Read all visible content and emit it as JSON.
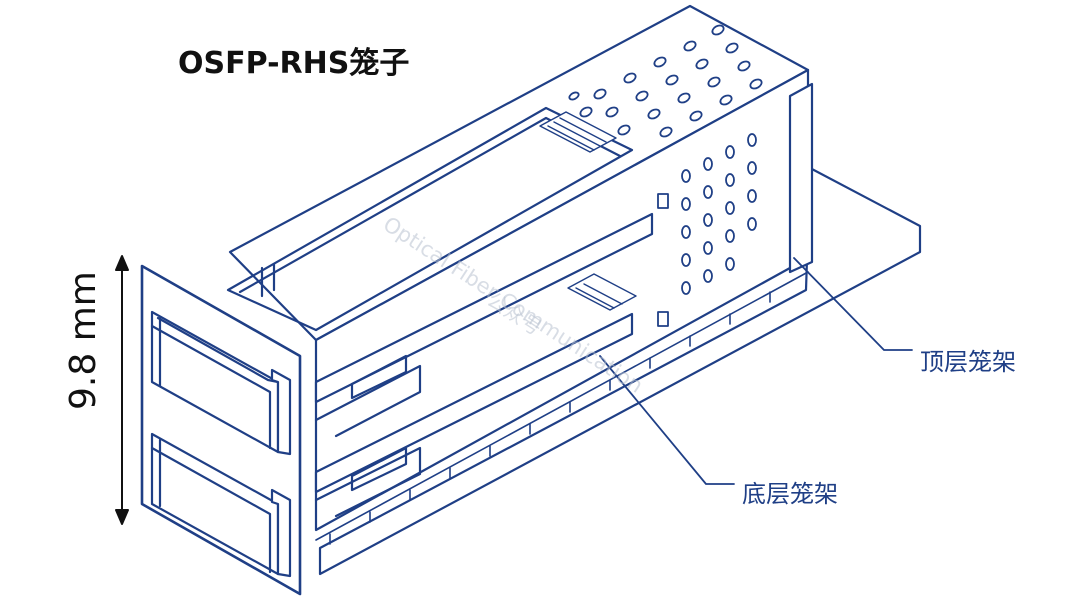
{
  "title": "OSFP-RHS笼子",
  "dimension_label": "9.8 mm",
  "callouts": {
    "top_cage": "顶层笼架",
    "bottom_cage": "底层笼架"
  },
  "watermark": {
    "line1": "Optical Fiber Communication",
    "line2": "公众号"
  },
  "colors": {
    "line": "#1f3f86",
    "text": "#111111",
    "watermark": "#b9c2d0"
  }
}
